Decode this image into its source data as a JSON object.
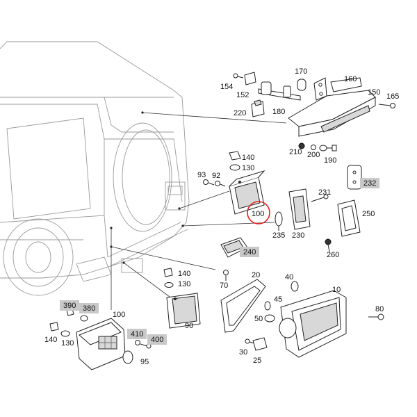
{
  "labels": {
    "p170": "170",
    "p160": "160",
    "p154": "154",
    "p152": "152",
    "p180": "180",
    "p150": "150",
    "p165": "165",
    "p220": "220",
    "p210": "210",
    "p200": "200",
    "p190": "190",
    "p140a": "140",
    "p130a": "130",
    "p93": "93",
    "p92": "92",
    "p232": "232",
    "p231": "231",
    "p250": "250",
    "p100a": "100",
    "p235": "235",
    "p230": "230",
    "p260": "260",
    "p240": "240",
    "p140b": "140",
    "p130b": "130",
    "p70": "70",
    "p20": "20",
    "p40": "40",
    "p10": "10",
    "p390": "390",
    "p380": "380",
    "p100b": "100",
    "p45": "45",
    "p80": "80",
    "p90": "90",
    "p50": "50",
    "p140c": "140",
    "p130c": "130",
    "p410": "410",
    "p400": "400",
    "p95": "95",
    "p30": "30",
    "p25": "25"
  },
  "highlight": {
    "label": "100",
    "color": "#e02020"
  },
  "colors": {
    "box_fill": "#c8c8c8",
    "line": "#222222",
    "car": "#9a9a9a"
  }
}
